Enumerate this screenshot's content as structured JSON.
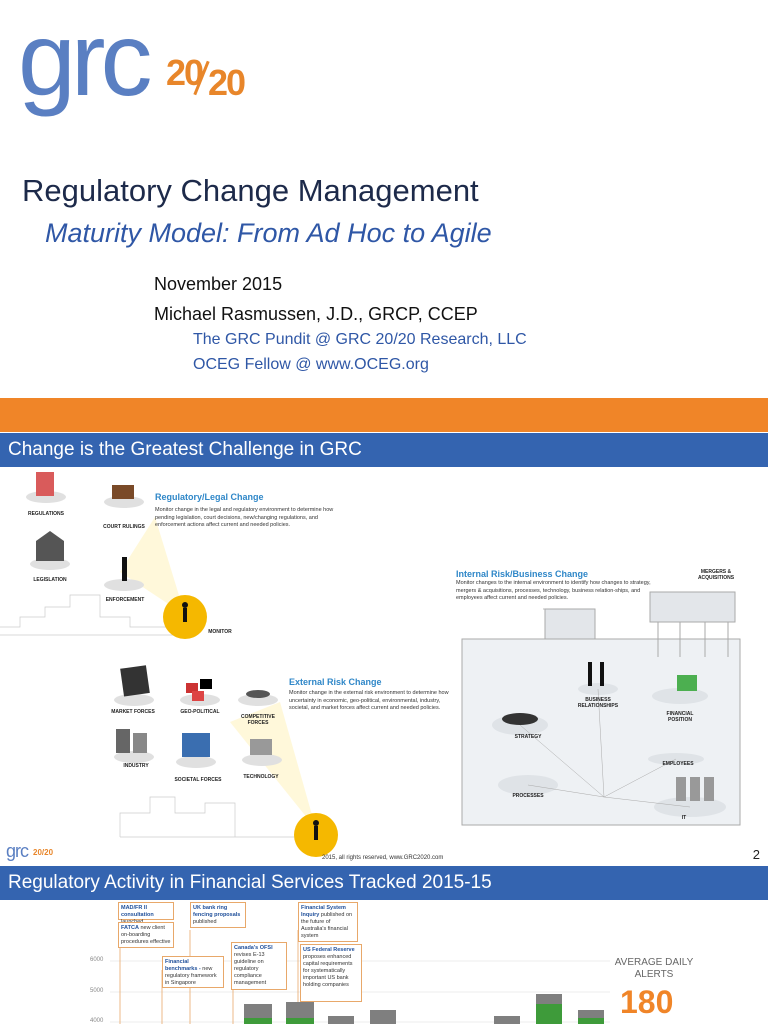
{
  "slide1": {
    "logo_text": "grc",
    "logo_num_a": "20",
    "logo_num_b": "20",
    "title": "Regulatory Change Management",
    "subtitle": "Maturity Model: From Ad Hoc to Agile",
    "date": "November 2015",
    "author": "Michael Rasmussen, J.D., GRCP, CCEP",
    "affiliation1": "The GRC Pundit @ GRC 20/20 Research, LLC",
    "affiliation2": "OCEG Fellow @ www.OCEG.org"
  },
  "slide2": {
    "header": "Change is the Greatest Challenge in GRC",
    "reg_heading": "Regulatory/Legal Change",
    "reg_desc": "Monitor change in the legal and regulatory environment to determine how pending legislation, court decisions, new/changing regulations, and enforcement actions affect current and needed policies.",
    "int_heading": "Internal Risk/Business Change",
    "int_desc": "Monitor changes to the internal environment to identify how changes to strategy, mergers & acquisitions, processes, technology, business relation-ships, and employees affect current and needed policies.",
    "ext_heading": "External Risk Change",
    "ext_desc": "Monitor change in the external risk environment to determine how uncertainty in economic, geo-political, environmental, industry, societal, and market forces affect current and needed policies.",
    "labels": {
      "regulations": "REGULATIONS",
      "court_rulings": "COURT RULINGS",
      "legislation": "LEGISLATION",
      "enforcement": "ENFORCEMENT",
      "monitor": "MONITOR",
      "market_forces": "MARKET FORCES",
      "geo_political": "GEO-POLITICAL",
      "competitive_forces": "COMPETITIVE FORCES",
      "industry": "INDUSTRY",
      "societal_forces": "SOCIETAL FORCES",
      "technology": "TECHNOLOGY",
      "mergers": "MERGERS & ACQUISITIONS",
      "business_relationships": "BUSINESS RELATIONSHIPS",
      "strategy": "STRATEGY",
      "financial_position": "FINANCIAL POSITION",
      "employees": "EMPLOYEES",
      "processes": "PROCESSES",
      "it": "IT"
    },
    "copyright": "2015, all rights reserved, www.GRC2020.com",
    "page_number": "2",
    "mini_logo": "grc",
    "mini_logo_num": "20/20"
  },
  "slide3": {
    "header": "Regulatory Activity in Financial Services Tracked 2015-15",
    "notes": [
      {
        "bold": "MAD/FR II consultation",
        "text": "launched"
      },
      {
        "bold": "FATCA",
        "text": "new client on-boarding procedures effective"
      },
      {
        "bold": "UK bank ring fencing proposals",
        "text": "published"
      },
      {
        "bold": "Financial benchmarks -",
        "text": "new regulatory framework in Singapore"
      },
      {
        "bold": "Canada's OFSI",
        "text": "revises E-13 guideline on regulatory compliance management"
      },
      {
        "bold": "Financial System Inquiry",
        "text": "published on the future of Australia's financial system"
      },
      {
        "bold": "US Federal Reserve",
        "text": "proposes enhanced capital requirements for systematically important US bank holding companies"
      }
    ],
    "y_ticks": [
      "6000",
      "5000",
      "4000"
    ],
    "alerts_label": "AVERAGE DAILY ALERTS",
    "alerts_value": "180",
    "colors": {
      "accent": "#f08528",
      "header": "#3464b0",
      "bar_gray": "#7f7f7f",
      "bar_green": "#3e9b3a"
    }
  }
}
